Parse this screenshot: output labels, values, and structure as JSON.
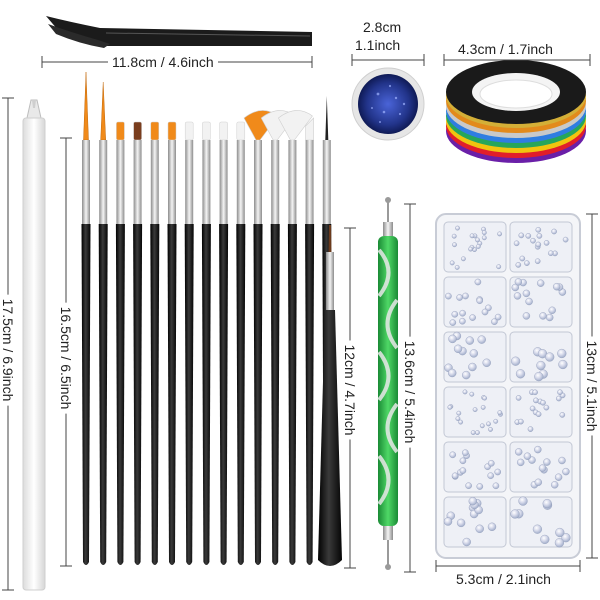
{
  "products": {
    "tweezers": {
      "label": "11.8cm / 4.6inch"
    },
    "glitter_jar": {
      "label_line1": "2.8cm",
      "label_line2": "1.1inch"
    },
    "striping_tape": {
      "label": "4.3cm / 1.7inch"
    },
    "wax_pencil": {
      "label": "17.5cm / 6.9inch"
    },
    "brush_set": {
      "label": "16.5cm / 6.5inch",
      "count": 15
    },
    "liner_brush": {
      "label": "12cm / 4.7inch"
    },
    "dotting_pen": {
      "label": "13.6cm / 5.4inch"
    },
    "rhinestone_box": {
      "height_label": "13cm / 5.1inch",
      "width_label": "5.3cm / 2.1inch",
      "compartments": 12
    }
  },
  "colors": {
    "brush_handle": "#141414",
    "ferrule": "#bfbfbf",
    "dotting_green": "#2fb84a",
    "glitter_blue": "#2a3d9a",
    "bristle_orange": "#f08a1a",
    "bristle_brown": "#7a3e1e",
    "bristle_white": "#f2f2f2"
  }
}
